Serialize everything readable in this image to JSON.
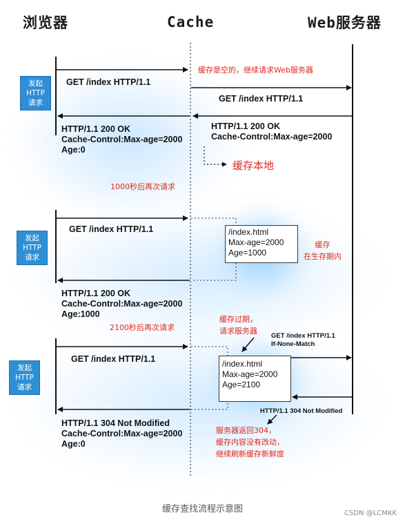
{
  "headers": {
    "browser": "浏览器",
    "cache": "Cache",
    "server": "Web服务器"
  },
  "badges": [
    {
      "lines": [
        "发起",
        "HTTP",
        "请求"
      ]
    },
    {
      "lines": [
        "发起",
        "HTTP",
        "请求"
      ]
    },
    {
      "lines": [
        "发起",
        "HTTP",
        "请求"
      ]
    }
  ],
  "round1": {
    "req_browser": "GET /index HTTP/1.1",
    "cache_note": "缓存是空的，继续请求Web服务器",
    "req_server": "GET /index HTTP/1.1",
    "resp_server": [
      "HTTP/1.1 200 OK",
      "Cache-Control:Max-age=2000"
    ],
    "store_note": "缓存本地",
    "resp_browser": [
      "HTTP/1.1 200 OK",
      "Cache-Control:Max-age=2000",
      "Age:0"
    ]
  },
  "round2": {
    "delay_note": "1000秒后再次请求",
    "req_browser": "GET /index HTTP/1.1",
    "cache_box": [
      "/index.html",
      "Max-age=2000",
      "Age=1000"
    ],
    "valid_note": [
      "缓存",
      "在生存期内"
    ],
    "resp_browser": [
      "HTTP/1.1 200 OK",
      "Cache-Control:Max-age=2000",
      "Age:1000"
    ]
  },
  "round3": {
    "delay_note": "2100秒后再次请求",
    "expired_note": [
      "缓存过期，",
      "请求服务器"
    ],
    "req_server": [
      "GET /index HTTP/1.1",
      "If-None-Match"
    ],
    "req_browser": "GET /index HTTP/1.1",
    "cache_box": [
      "/index.html",
      "Max-age=2000",
      "Age=2100"
    ],
    "resp_server": "HTTP/1.1 304 Not Modified",
    "server_note": [
      "服务器返回304，",
      "缓存内容没有改动，",
      "继续刷新缓存新鲜度"
    ],
    "resp_browser": [
      "HTTP/1.1 304 Not Modified",
      "Cache-Control:Max-age=2000",
      "Age:0"
    ]
  },
  "caption": "缓存查找流程示意图",
  "watermark": "CSDN @LCMKK",
  "colors": {
    "badge": "#2f8fd6",
    "note": "#e0271f",
    "glow": "#9fd3ff"
  }
}
